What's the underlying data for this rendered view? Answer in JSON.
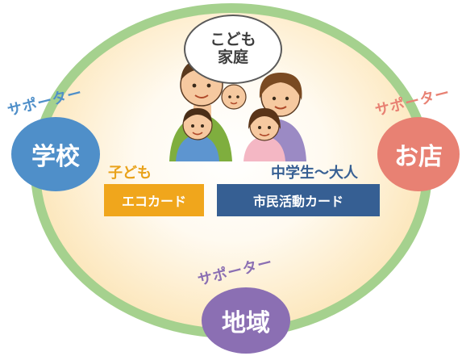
{
  "bubble": {
    "line1": "こども",
    "line2": "家庭"
  },
  "nodes": {
    "school": {
      "supporter": "サポーター",
      "label": "学校"
    },
    "shop": {
      "supporter": "サポーター",
      "label": "お店"
    },
    "region": {
      "supporter": "サポーター",
      "label": "地域"
    }
  },
  "captions": {
    "kids": "子ども",
    "adults": "中学生〜大人"
  },
  "cards": {
    "eco": "エコカード",
    "civic": "市民活動カード"
  },
  "colors": {
    "school": "#4f8fc9",
    "shop": "#e88173",
    "region": "#8b6fb3",
    "eco_card": "#f0a61c",
    "civic_card": "#365f93",
    "ring": "#a5d18e"
  }
}
